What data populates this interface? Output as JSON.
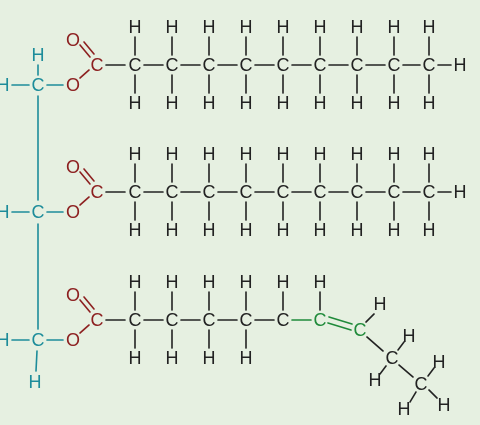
{
  "colors": {
    "background": "#e6f0e1",
    "glycerol": "#1d8c9a",
    "ester_oxygen": "#8c1f1f",
    "chain": "#222222",
    "double_bond": "#1f8a3a"
  },
  "glycerol": {
    "carbon_symbol": "C",
    "hydrogen_symbol": "H",
    "oxygen_symbol": "O"
  },
  "chains": [
    {
      "carbon_count": 9,
      "carbon_symbol": "C",
      "hydrogen_symbol": "H",
      "saturated": true
    },
    {
      "carbon_count": 9,
      "carbon_symbol": "C",
      "hydrogen_symbol": "H",
      "saturated": true
    },
    {
      "carbon_count": 9,
      "carbon_symbol": "C",
      "hydrogen_symbol": "H",
      "saturated": false,
      "double_bond_after_carbon": 5
    }
  ],
  "ester": {
    "carbon_symbol": "C",
    "oxygen_symbol": "O"
  }
}
